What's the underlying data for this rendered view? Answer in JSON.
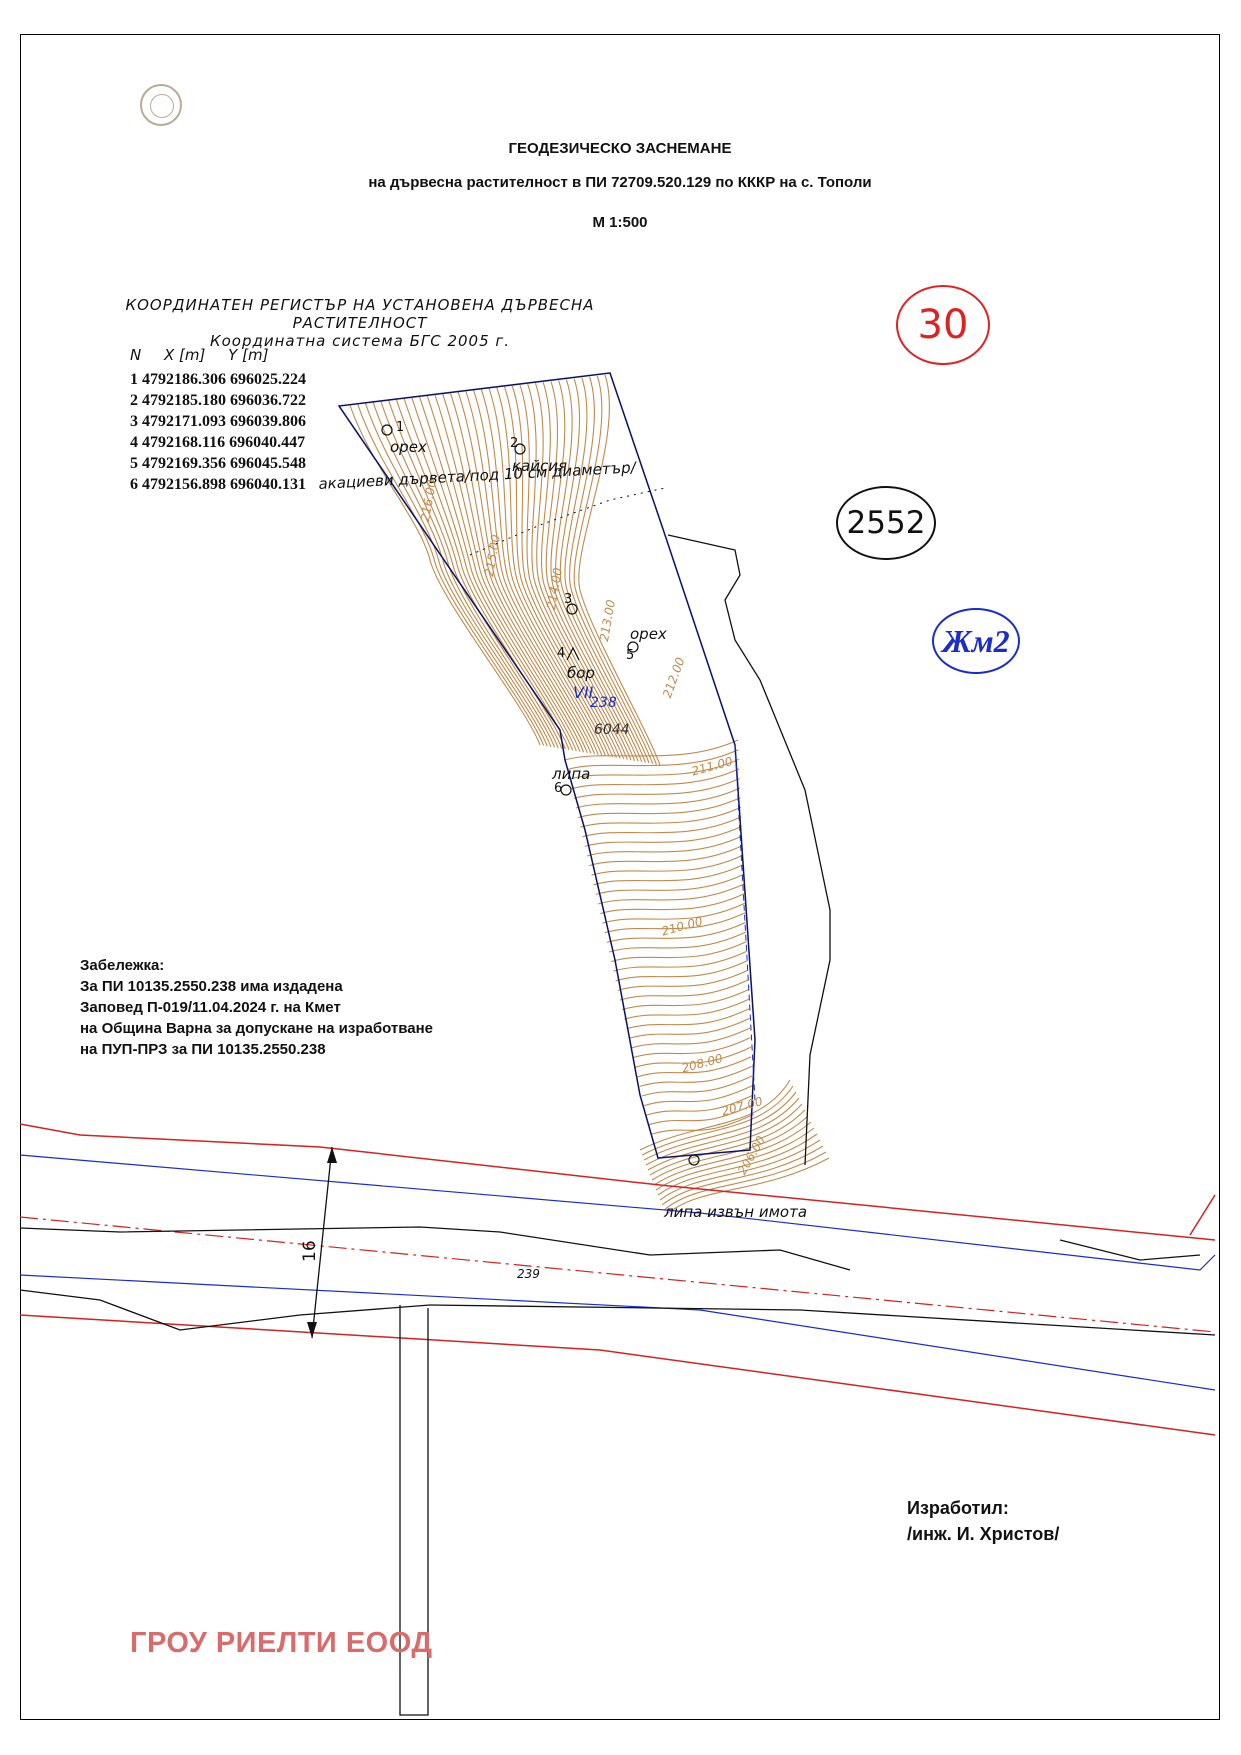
{
  "document": {
    "title": "ГЕОДЕЗИЧЕСКО ЗАСНЕМАНЕ",
    "subtitle": "на дървесна растителност в ПИ 72709.520.129 по КККР на с. Тополи",
    "scale": "М 1:500"
  },
  "register": {
    "title": "КООРДИНАТЕН РЕГИСТЪР НА УСТАНОВЕНА ДЪРВЕСНА РАСТИТЕЛНОСТ",
    "system": "Координатна система БГС 2005 г.",
    "col_n": "N",
    "col_x": "X [m]",
    "col_y": "Y [m]",
    "rows": [
      "1 4792186.306 696025.224",
      "2 4792185.180 696036.722",
      "3 4792171.093 696039.806",
      "4 4792168.116 696040.447",
      "5 4792169.356 696045.548",
      "6 4792156.898 696040.131"
    ]
  },
  "map": {
    "circle_labels": {
      "sheet": "30",
      "parcel_block": "2552",
      "zone": "Жм2"
    },
    "trees": [
      {
        "num": "1",
        "name": "орех"
      },
      {
        "num": "2",
        "name": "кайсия"
      },
      {
        "num": "3",
        "name": ""
      },
      {
        "num": "4",
        "name": "бор"
      },
      {
        "num": "5",
        "name": "орех"
      },
      {
        "num": "6",
        "name": "липа"
      }
    ],
    "acacia_note": "акациеви дървета/под 10 см диаметър/",
    "parcel": {
      "zone": "VII",
      "number": "238",
      "area": "6044"
    },
    "road_note": "липа извън имота",
    "road_parcel": "239",
    "road_width": "16",
    "contours": [
      "216.00",
      "215.00",
      "214.00",
      "213.00",
      "212.00",
      "211.00",
      "210.00",
      "208.00",
      "207.00",
      "206.00"
    ]
  },
  "note": {
    "heading": "Забележка:",
    "lines": [
      "За ПИ 10135.2550.238 има издадена",
      "Заповед П-019/11.04.2024 г. на Кмет",
      "на Община Варна за допускане на изработване",
      "на ПУП-ПРЗ за ПИ 10135.2550.238"
    ]
  },
  "author": {
    "label": "Изработил:",
    "name": "/инж. И. Христов/"
  },
  "company": "ГРОУ РИЕЛТИ ЕООД",
  "colors": {
    "contour": "#c08a4b",
    "boundary": "#1a2cc9",
    "regulation": "#d22222",
    "text": "#111111"
  }
}
